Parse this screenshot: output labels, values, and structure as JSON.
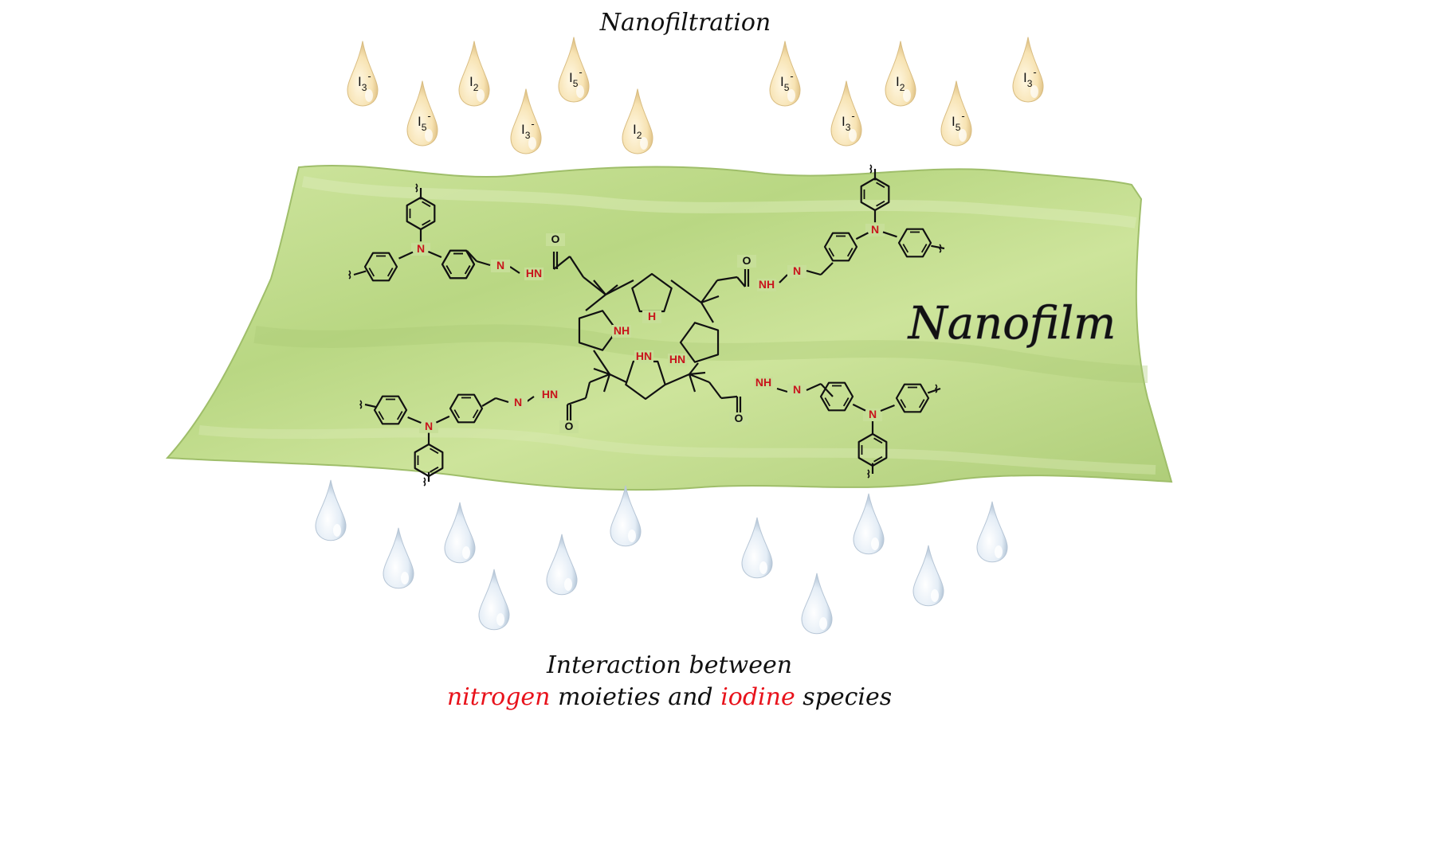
{
  "top_label": "Nanofiltration",
  "film_label": "Nanofilm",
  "bottom_label_line1": "Interaction between",
  "bottom_label_line2": [
    {
      "text": "nitrogen",
      "highlight": true
    },
    {
      "text": " moieties and ",
      "highlight": false
    },
    {
      "text": "iodine",
      "highlight": true
    },
    {
      "text": " species",
      "highlight": false
    }
  ],
  "colors": {
    "film": "#c3dd8f",
    "film_dark": "#a9c973",
    "iodine_drop": "#f6e2b0",
    "water_drop": "#dde8f3",
    "highlight": "#e8121b",
    "text": "#111111",
    "bond": "#111111",
    "nitrogen": "#c8141c"
  },
  "iodine_drops": [
    {
      "sub": "3",
      "sup": "-"
    },
    {
      "sub": "5",
      "sup": "-"
    },
    {
      "sub": "2",
      "sup": ""
    },
    {
      "sub": "3",
      "sup": "-"
    },
    {
      "sub": "5",
      "sup": "-"
    },
    {
      "sub": "2",
      "sup": ""
    },
    {
      "sub": "5",
      "sup": "-"
    },
    {
      "sub": "3",
      "sup": "-"
    },
    {
      "sub": "2",
      "sup": ""
    },
    {
      "sub": "5",
      "sup": "-"
    },
    {
      "sub": "3",
      "sup": "-"
    }
  ],
  "molecule_labels": {
    "pyrrole_nh": [
      "H",
      "NH",
      "HN",
      "HN"
    ],
    "imine_n": "N",
    "hydrazide_nh": [
      "HN",
      "NH",
      "NH",
      "HN"
    ],
    "carbonyl_o": "O",
    "amine_n": "N"
  }
}
